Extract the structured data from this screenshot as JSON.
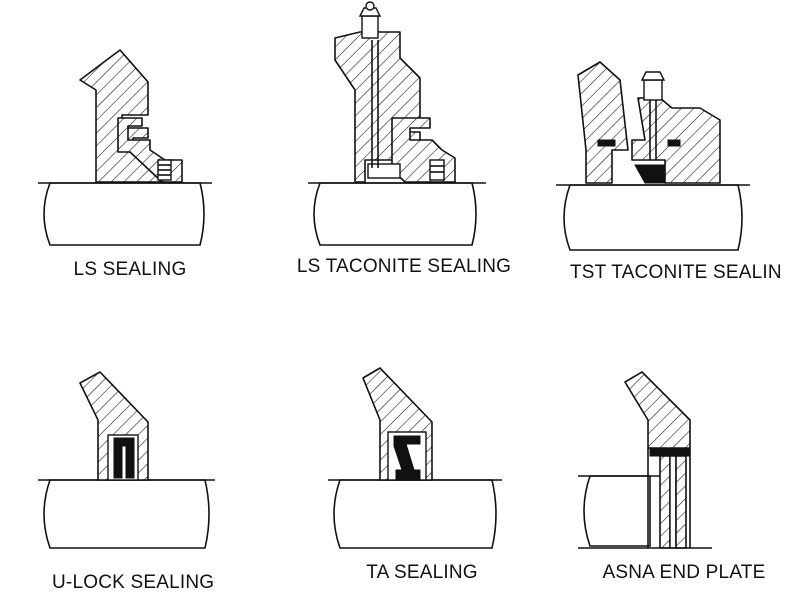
{
  "labels": {
    "ls": "LS  SEALING",
    "ls_taconite": "LS TACONITE  SEALING",
    "tst_taconite": "TST TACONITE  SEALIN",
    "u_lock": "U-LOCK  SEALING",
    "ta": "TA  SEALING",
    "asna": "ASNA END PLATE"
  }
}
